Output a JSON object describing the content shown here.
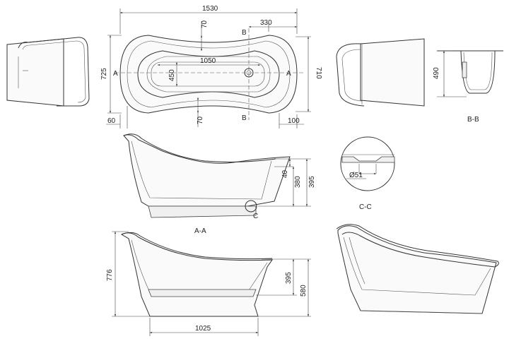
{
  "top_view": {
    "length": "1530",
    "width": "725",
    "width_outer": "710",
    "rim_top": "70",
    "rim_bottom": "70",
    "offset_right": "330",
    "inner_length": "1050",
    "inner_width": "450",
    "margin_left": "60",
    "margin_right": "100",
    "section_a": "A",
    "section_b": "B"
  },
  "end_view_b": {
    "height": "490",
    "caption": "B-B"
  },
  "section_a": {
    "dim_40": "40",
    "dim_380": "380",
    "dim_395": "395",
    "detail_mark": "C",
    "caption": "A-A"
  },
  "detail_c": {
    "diameter": "Ø51",
    "caption": "C-C"
  },
  "side_view": {
    "height_total": "776",
    "height_inner": "395",
    "height_580": "580",
    "base_length": "1025"
  }
}
